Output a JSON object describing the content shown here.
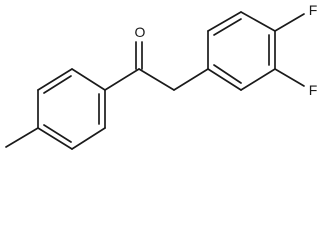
{
  "molecule": {
    "atoms": {
      "oxygen": "O",
      "fluorine_top": "F",
      "fluorine_bottom": "F"
    },
    "colors": {
      "bond": "#1a1a1a",
      "background": "#ffffff"
    }
  }
}
